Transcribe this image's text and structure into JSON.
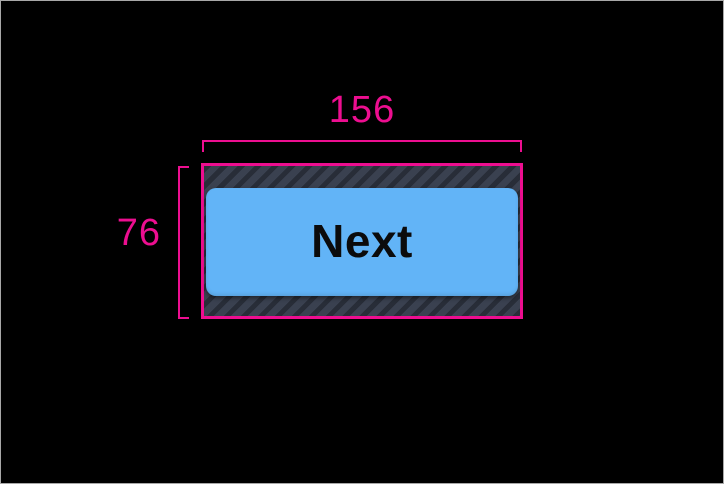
{
  "canvas": {
    "description": "layout measurement annotation over a button component"
  },
  "annotation": {
    "width_value": "156",
    "height_value": "76"
  },
  "button": {
    "label": "Next"
  },
  "colors": {
    "canvas-bg": "#000000",
    "frame-border": "#a8a8a8",
    "accent-pink": "#ED0E90",
    "button-blue": "#62B4F7",
    "button-text": "#0b0b0c",
    "hatch-base": "#3A4150",
    "hatch-stripe": "#282D38"
  }
}
